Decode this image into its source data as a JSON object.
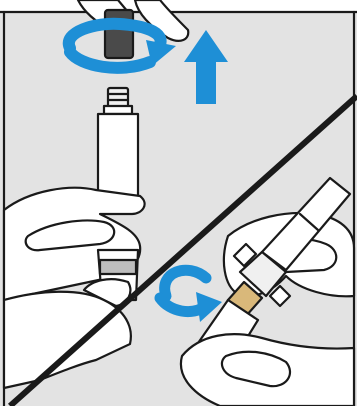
{
  "figure": {
    "colors": {
      "background": "#e3e3e3",
      "divider": "#1a1a1a",
      "arrow_blue": "#1e8fd6",
      "outline": "#1a1a1a",
      "cap_dark": "#4a4a4a",
      "tip_tan": "#d9b87a"
    },
    "panels": [
      {
        "step": "remove-cap",
        "arrows": [
          "rotate-arrow",
          "up-arrow"
        ]
      },
      {
        "step": "attach-needle",
        "arrows": [
          "rotate-arrow"
        ]
      }
    ]
  }
}
